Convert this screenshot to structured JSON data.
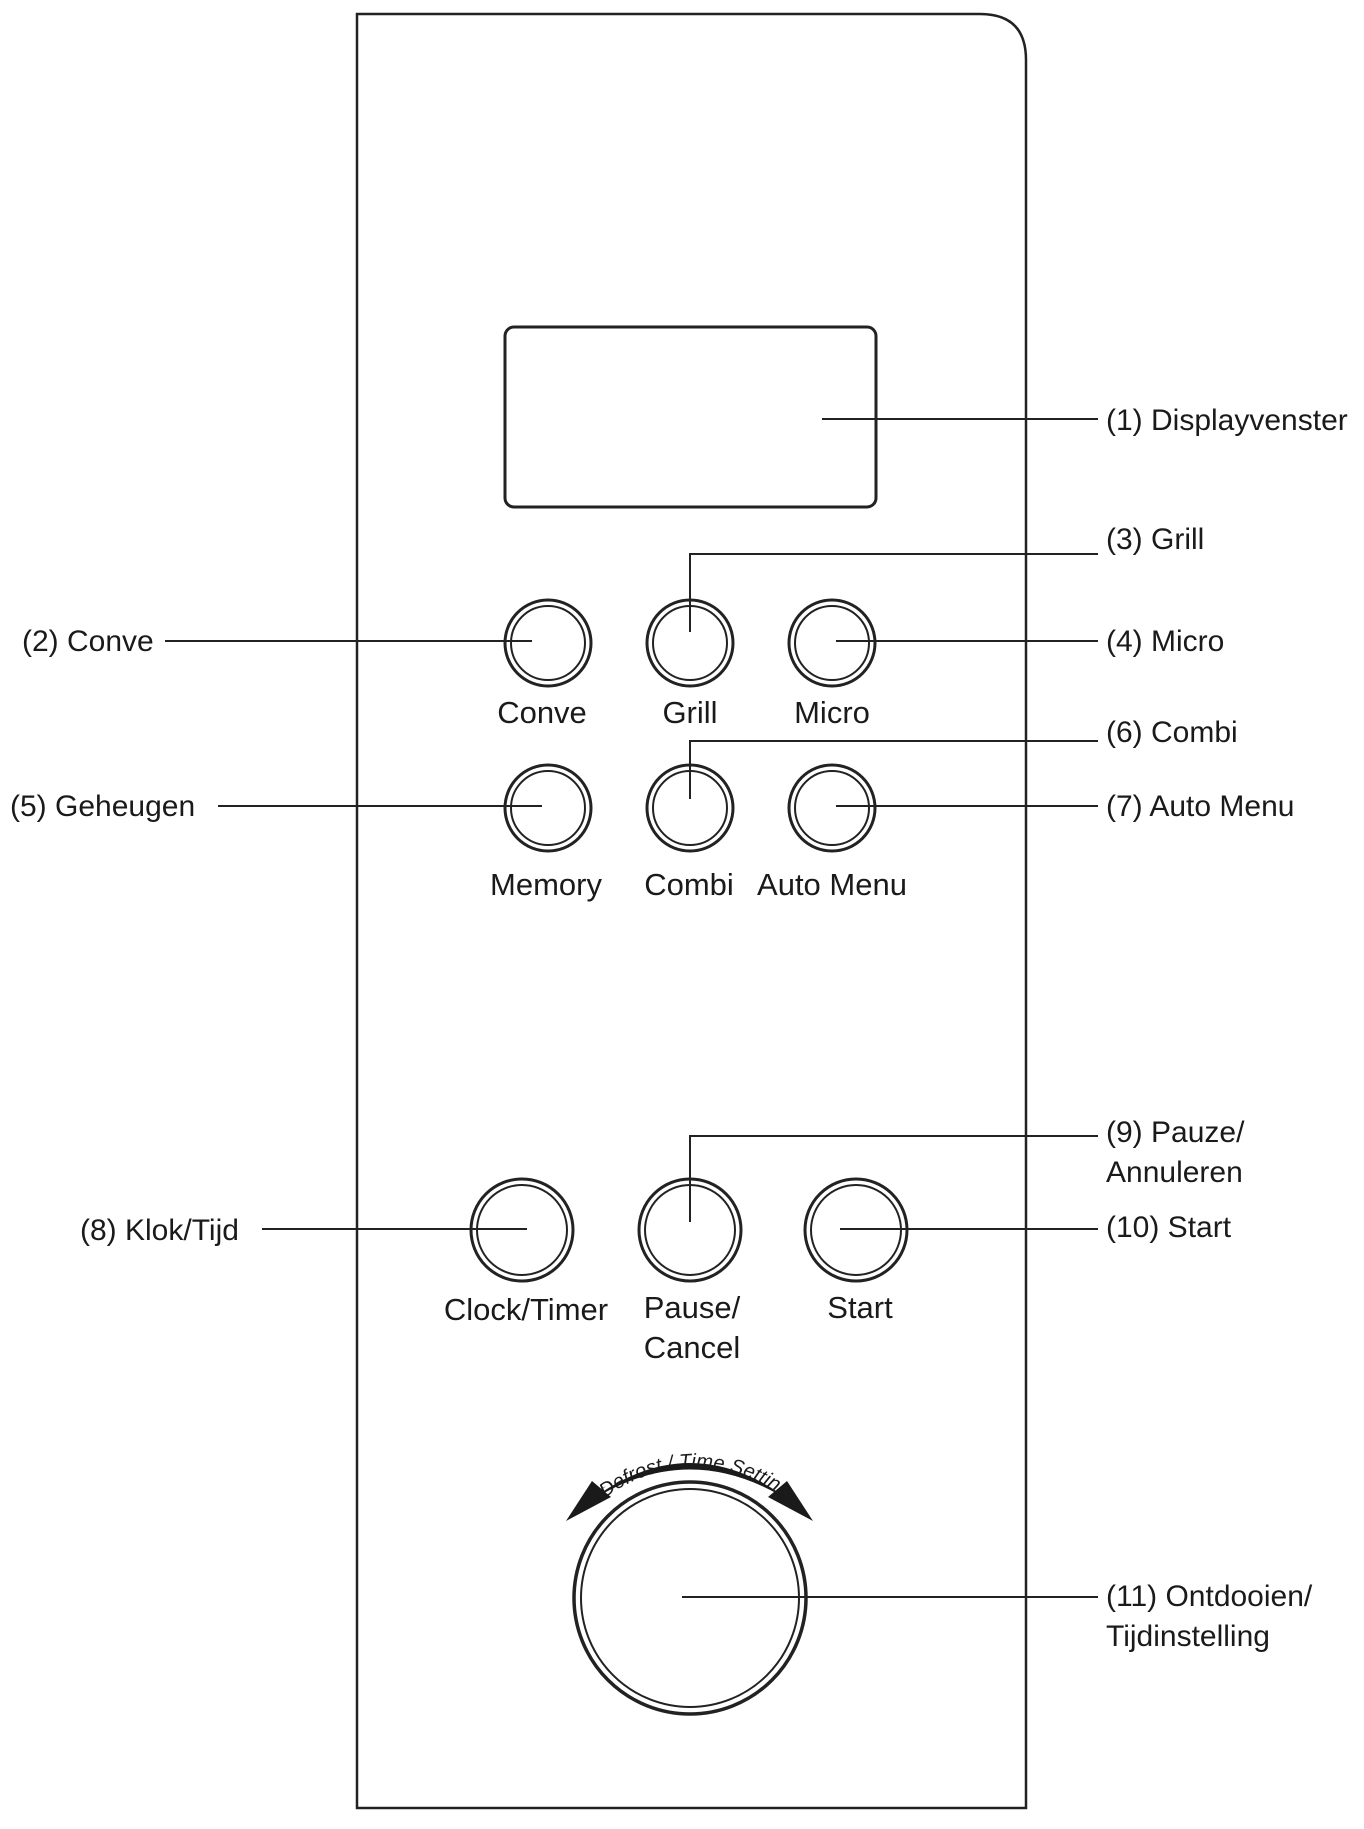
{
  "panel": {
    "buttons": [
      {
        "id": "conve",
        "text": "Conve"
      },
      {
        "id": "grill",
        "text": "Grill"
      },
      {
        "id": "micro",
        "text": "Micro"
      },
      {
        "id": "memory",
        "text": "Memory"
      },
      {
        "id": "combi",
        "text": "Combi"
      },
      {
        "id": "automenu",
        "text": "Auto Menu"
      },
      {
        "id": "clock",
        "text": "Clock/Timer"
      },
      {
        "id": "pause",
        "text": "Pause/",
        "text2": "Cancel"
      },
      {
        "id": "start",
        "text": "Start"
      }
    ],
    "dial": {
      "arc_text": "Defrost / Time Setting"
    }
  },
  "callouts": {
    "display": "(1) Displayvenster",
    "conve": "(2) Conve",
    "grill": "(3) Grill",
    "micro": "(4) Micro",
    "geheugen": "(5) Geheugen",
    "combi": "(6) Combi",
    "automenu": "(7) Auto Menu",
    "klok": "(8) Klok/Tijd",
    "pauze_1": "(9) Pauze/",
    "pauze_2": "Annuleren",
    "start": "(10) Start",
    "ontdooien_1": "(11) Ontdooien/",
    "ontdooien_2": "Tijdinstelling"
  }
}
